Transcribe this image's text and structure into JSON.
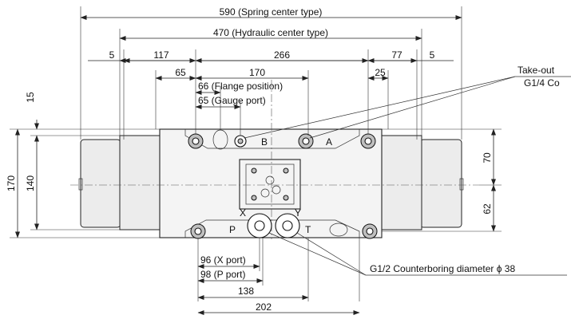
{
  "dimensions": {
    "d590": "590 (Spring center type)",
    "d470": "470 (Hydraulic center type)",
    "d5_left": "5",
    "d117": "117",
    "d266": "266",
    "d77": "77",
    "d5_right": "5",
    "d65": "65",
    "d170_top": "170",
    "d25": "25",
    "d66": "66 (Flange position)",
    "d65g": "65 (Gauge port)",
    "d15": "15",
    "d170_left": "170",
    "d140": "140",
    "d70": "70",
    "d62": "62",
    "d96": "96 (X port)",
    "d98": "98 (P port)",
    "d138": "138",
    "d202": "202"
  },
  "callouts": {
    "takeout_line1": "Take-out",
    "takeout_line2": "G1/4 Co",
    "counterbore": "G1/2 Counterboring diameter ϕ 38"
  },
  "ports": {
    "B": "B",
    "A": "A",
    "P": "P",
    "T": "T",
    "X": "X",
    "Y": "Y"
  }
}
